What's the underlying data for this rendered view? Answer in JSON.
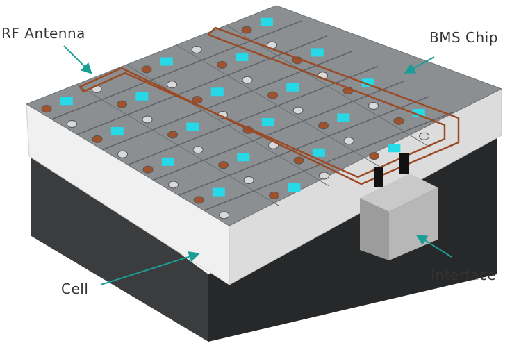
{
  "labels": {
    "rf_antenna": "RF Antenna",
    "bms_chip": "BMS Chip",
    "interface": "Interface",
    "cell": "Cell"
  },
  "colors": {
    "arrow": "#1b9e95",
    "chip": "#27d8e6",
    "antenna": "#9a4a25",
    "base": "#2e3032",
    "cell_side": "#f2f2f2",
    "cell_top": "#8a8d90"
  }
}
